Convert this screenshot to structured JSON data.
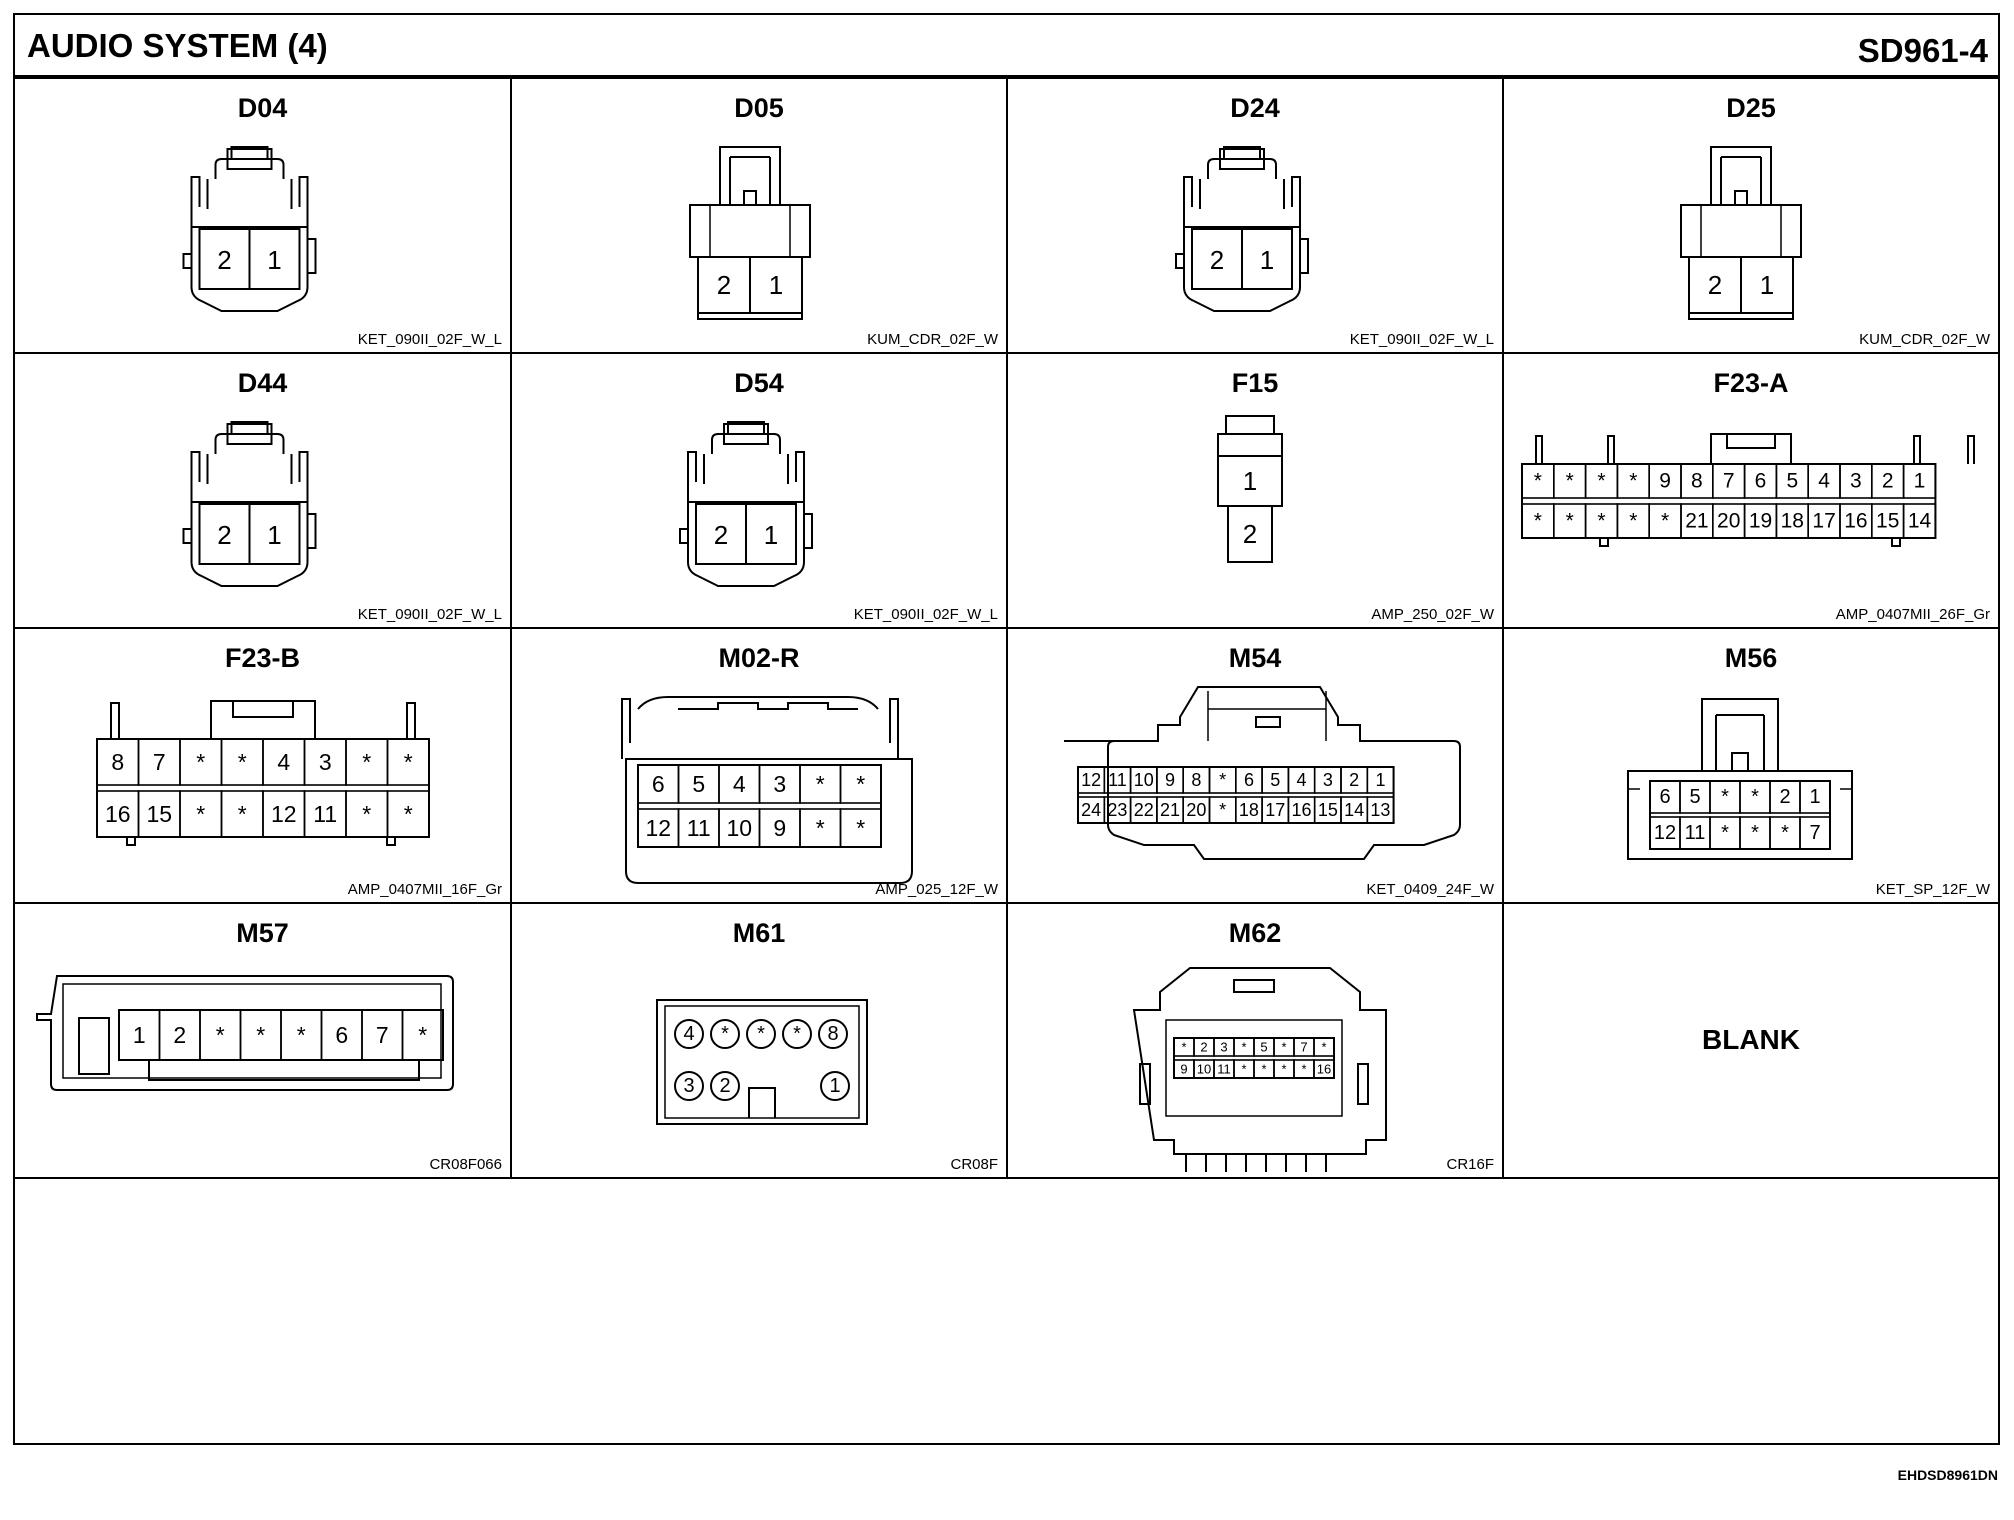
{
  "header": {
    "title": "AUDIO SYSTEM (4)",
    "code": "SD961-4"
  },
  "footer": {
    "doc_id": "EHDSD8961DN"
  },
  "connectors": [
    {
      "id": "D04",
      "part": "KET_090II_02F_W_L",
      "style": "ket2",
      "pins": [
        [
          "2",
          "1"
        ]
      ]
    },
    {
      "id": "D05",
      "part": "KUM_CDR_02F_W",
      "style": "kum2",
      "pins": [
        [
          "2",
          "1"
        ]
      ]
    },
    {
      "id": "D24",
      "part": "KET_090II_02F_W_L",
      "style": "ket2",
      "pins": [
        [
          "2",
          "1"
        ]
      ]
    },
    {
      "id": "D25",
      "part": "KUM_CDR_02F_W",
      "style": "kum2",
      "pins": [
        [
          "2",
          "1"
        ]
      ]
    },
    {
      "id": "D44",
      "part": "KET_090II_02F_W_L",
      "style": "ket2",
      "pins": [
        [
          "2",
          "1"
        ]
      ]
    },
    {
      "id": "D54",
      "part": "KET_090II_02F_W_L",
      "style": "ket2",
      "pins": [
        [
          "2",
          "1"
        ]
      ]
    },
    {
      "id": "F15",
      "part": "AMP_250_02F_W",
      "style": "amp250",
      "pins": [
        [
          "1"
        ],
        [
          "2"
        ]
      ]
    },
    {
      "id": "F23-A",
      "part": "AMP_0407MII_26F_Gr",
      "style": "amp26",
      "pins": [
        [
          "*",
          "*",
          "*",
          "*",
          "9",
          "8",
          "7",
          "6",
          "5",
          "4",
          "3",
          "2",
          "1"
        ],
        [
          "*",
          "*",
          "*",
          "*",
          "*",
          "21",
          "20",
          "19",
          "18",
          "17",
          "16",
          "15",
          "14"
        ]
      ]
    },
    {
      "id": "F23-B",
      "part": "AMP_0407MII_16F_Gr",
      "style": "amp16",
      "pins": [
        [
          "8",
          "7",
          "*",
          "*",
          "4",
          "3",
          "*",
          "*"
        ],
        [
          "16",
          "15",
          "*",
          "*",
          "12",
          "11",
          "*",
          "*"
        ]
      ]
    },
    {
      "id": "M02-R",
      "part": "AMP_025_12F_W",
      "style": "amp12",
      "pins": [
        [
          "6",
          "5",
          "4",
          "3",
          "*",
          "*"
        ],
        [
          "12",
          "11",
          "10",
          "9",
          "*",
          "*"
        ]
      ]
    },
    {
      "id": "M54",
      "part": "KET_0409_24F_W",
      "style": "ket24",
      "pins": [
        [
          "12",
          "11",
          "10",
          "9",
          "8",
          "*",
          "6",
          "5",
          "4",
          "3",
          "2",
          "1"
        ],
        [
          "24",
          "23",
          "22",
          "21",
          "20",
          "*",
          "18",
          "17",
          "16",
          "15",
          "14",
          "13"
        ]
      ]
    },
    {
      "id": "M56",
      "part": "KET_SP_12F_W",
      "style": "ketsp12",
      "pins": [
        [
          "6",
          "5",
          "*",
          "*",
          "2",
          "1"
        ],
        [
          "12",
          "11",
          "*",
          "*",
          "*",
          "7"
        ]
      ]
    },
    {
      "id": "M57",
      "part": "CR08F066",
      "style": "cr8row",
      "pins": [
        [
          "1",
          "2",
          "*",
          "*",
          "*",
          "6",
          "7",
          "*"
        ]
      ]
    },
    {
      "id": "M61",
      "part": "CR08F",
      "style": "cr8round",
      "pins": [
        [
          "4",
          "*",
          "*",
          "*",
          "8"
        ],
        [
          "3",
          "2",
          "1"
        ]
      ]
    },
    {
      "id": "M62",
      "part": "CR16F",
      "style": "cr16",
      "pins": [
        [
          "*",
          "2",
          "3",
          "*",
          "5",
          "*",
          "7",
          "*"
        ],
        [
          "9",
          "10",
          "11",
          "*",
          "*",
          "*",
          "*",
          "16"
        ]
      ]
    },
    {
      "id": "",
      "part": "",
      "style": "blank",
      "label": "BLANK",
      "pins": []
    }
  ]
}
